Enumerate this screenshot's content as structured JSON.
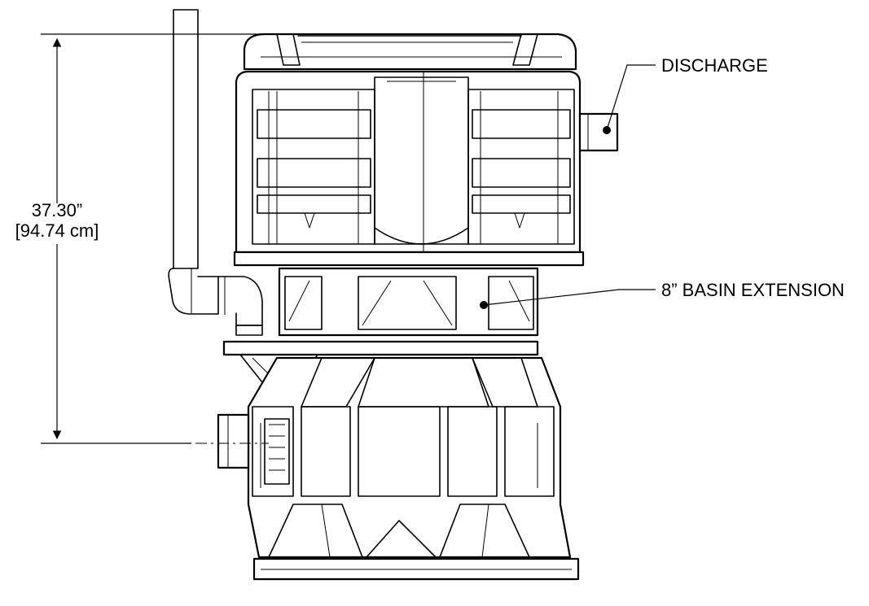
{
  "dimension": {
    "height_in": "37.30”",
    "height_cm": "[94.74 cm]"
  },
  "callouts": {
    "discharge": "DISCHARGE",
    "basin_extension": "8” BASIN EXTENSION"
  }
}
